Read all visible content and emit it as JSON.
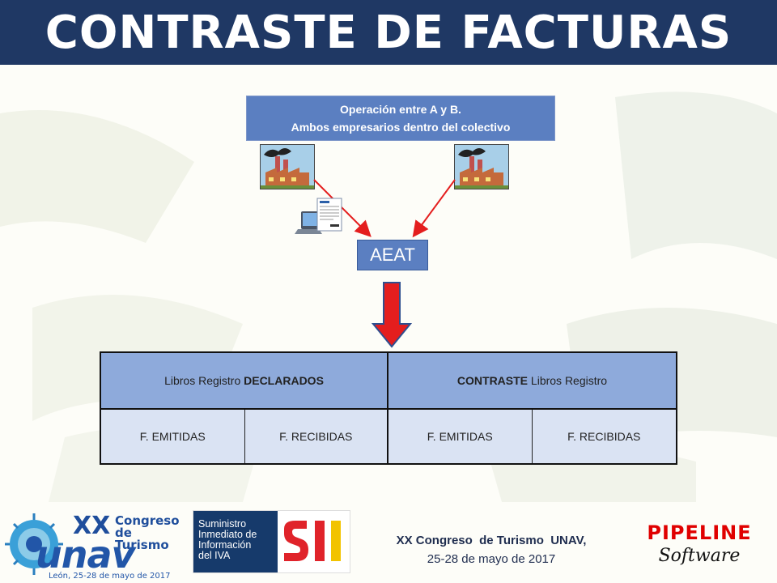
{
  "title": "CONTRASTE DE FACTURAS",
  "operation": {
    "line1": "Operación entre A y B.",
    "line2": "Ambos empresarios dentro del colectivo"
  },
  "aeat_label": "AEAT",
  "table": {
    "header_left": {
      "prefix": "Libros Registro ",
      "bold": "DECLARADOS"
    },
    "header_right": {
      "bold": "CONTRASTE",
      "suffix": " Libros Registro"
    },
    "sub_columns": [
      "F. EMITIDAS",
      "F. RECIBIDAS",
      "F. EMITIDAS",
      "F. RECIBIDAS"
    ]
  },
  "footer": {
    "unav_logo": {
      "xx": "XX",
      "congreso_line1": "Congreso",
      "congreso_line2": "de Turismo",
      "brand": "unav",
      "location": "León, 25-28 de mayo de 2017"
    },
    "sii_logo": {
      "line1": "Suministro",
      "line2": "Inmediato de",
      "line3": "Información",
      "line4": "del IVA",
      "letters": "SII"
    },
    "event_name": "XX Congreso  de Turismo  UNAV,",
    "event_dates": "25-28 de mayo de 2017",
    "pipeline_logo": {
      "brand": "PIPELINE",
      "script": "Software"
    }
  },
  "colors": {
    "title_bar": "#1f3864",
    "box_blue": "#5b7fc1",
    "table_header": "#8eaadb",
    "table_sub": "#dae3f3",
    "arrow_red": "#e41e1e",
    "arrow_outline": "#2f4f8f"
  },
  "icons": {
    "factory": "factory-icon",
    "document": "laptop-invoice-icon",
    "arrow": "down-arrow-icon"
  }
}
